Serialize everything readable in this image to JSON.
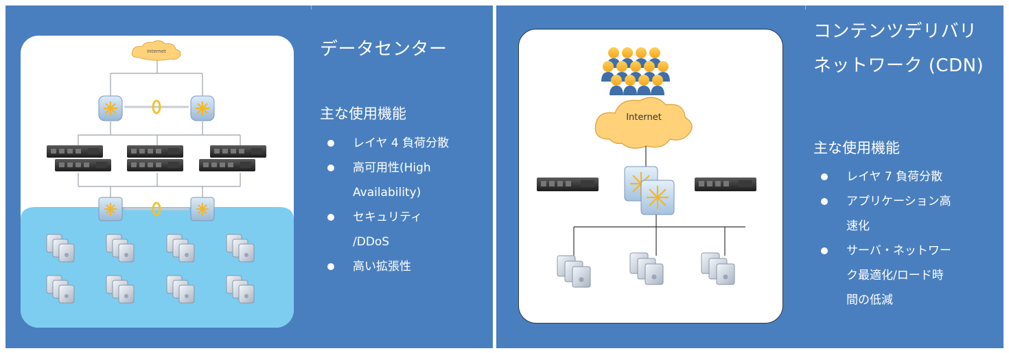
{
  "panels": {
    "left": {
      "title": "データセンター",
      "subtitle": "主な使用機能",
      "features": [
        "レイヤ 4 負荷分散",
        "高可用性(High\nAvailability)",
        "セキュリティ\n/DDoS",
        "高い拡張性"
      ],
      "diagram": {
        "cloud_label": "Internet"
      }
    },
    "right": {
      "title_line1": "コンテンツデリバリ",
      "title_line2": "ネットワーク (CDN)",
      "subtitle": "主な使用機能",
      "features": [
        "レイヤ 7 負荷分散",
        "アプリケーション高\n速化",
        "サーバ・ネットワー\nク最適化/ロード時\n間の低減"
      ],
      "diagram": {
        "cloud_label": "Internet"
      }
    }
  },
  "colors": {
    "panel_bg": "#4a7fbf",
    "server_zone": "#7dcdf1",
    "cloud": "#ffd27a",
    "user_icons": "#f2a51d"
  }
}
